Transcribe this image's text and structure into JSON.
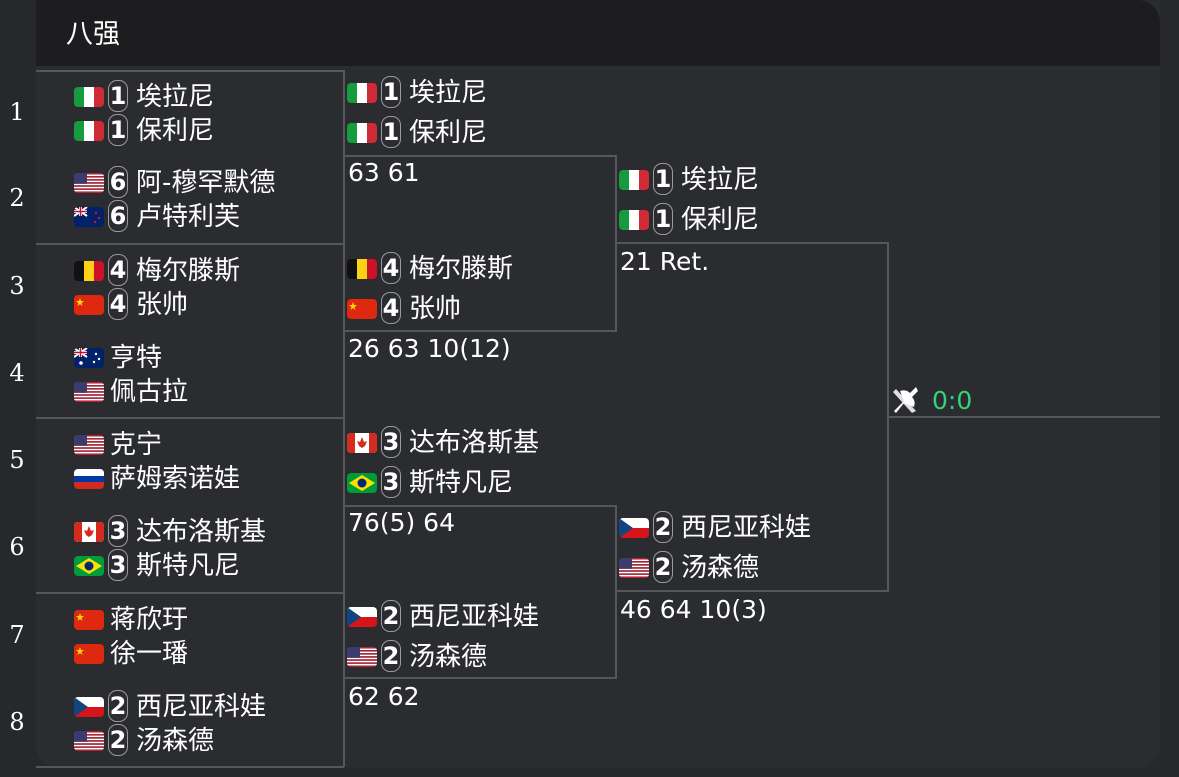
{
  "header": {
    "title": "八强"
  },
  "round1": [
    {
      "seed": "1",
      "players": [
        {
          "flag": "italy",
          "badge": "1",
          "name": "埃拉尼"
        },
        {
          "flag": "italy",
          "badge": "1",
          "name": "保利尼"
        }
      ]
    },
    {
      "seed": "2",
      "players": [
        {
          "flag": "usa",
          "badge": "6",
          "name": "阿-穆罕默德"
        },
        {
          "flag": "new-zealand",
          "badge": "6",
          "name": "卢特利芙"
        }
      ]
    },
    {
      "seed": "3",
      "players": [
        {
          "flag": "belgium",
          "badge": "4",
          "name": "梅尔滕斯"
        },
        {
          "flag": "china",
          "badge": "4",
          "name": "张帅"
        }
      ]
    },
    {
      "seed": "4",
      "players": [
        {
          "flag": "australia",
          "badge": "",
          "name": "亨特"
        },
        {
          "flag": "usa",
          "badge": "",
          "name": "佩古拉"
        }
      ]
    },
    {
      "seed": "5",
      "players": [
        {
          "flag": "usa",
          "badge": "",
          "name": "克宁"
        },
        {
          "flag": "russia",
          "badge": "",
          "name": "萨姆索诺娃"
        }
      ]
    },
    {
      "seed": "6",
      "players": [
        {
          "flag": "canada",
          "badge": "3",
          "name": "达布洛斯基"
        },
        {
          "flag": "brazil",
          "badge": "3",
          "name": "斯特凡尼"
        }
      ]
    },
    {
      "seed": "7",
      "players": [
        {
          "flag": "china",
          "badge": "",
          "name": "蒋欣玗"
        },
        {
          "flag": "china",
          "badge": "",
          "name": "徐一璠"
        }
      ]
    },
    {
      "seed": "8",
      "players": [
        {
          "flag": "czech",
          "badge": "2",
          "name": "西尼亚科娃"
        },
        {
          "flag": "usa",
          "badge": "2",
          "name": "汤森德"
        }
      ]
    }
  ],
  "semis": [
    {
      "players": [
        {
          "flag": "italy",
          "badge": "1",
          "name": "埃拉尼"
        },
        {
          "flag": "italy",
          "badge": "1",
          "name": "保利尼"
        }
      ],
      "score": "63 61"
    },
    {
      "players": [
        {
          "flag": "belgium",
          "badge": "4",
          "name": "梅尔滕斯"
        },
        {
          "flag": "china",
          "badge": "4",
          "name": "张帅"
        }
      ],
      "score": "26 63 10(12)"
    },
    {
      "players": [
        {
          "flag": "canada",
          "badge": "3",
          "name": "达布洛斯基"
        },
        {
          "flag": "brazil",
          "badge": "3",
          "name": "斯特凡尼"
        }
      ],
      "score": "76(5) 64"
    },
    {
      "players": [
        {
          "flag": "czech",
          "badge": "2",
          "name": "西尼亚科娃"
        },
        {
          "flag": "usa",
          "badge": "2",
          "name": "汤森德"
        }
      ],
      "score": "62 62"
    }
  ],
  "finals": [
    {
      "players": [
        {
          "flag": "italy",
          "badge": "1",
          "name": "埃拉尼"
        },
        {
          "flag": "italy",
          "badge": "1",
          "name": "保利尼"
        }
      ],
      "score": "21 Ret."
    },
    {
      "players": [
        {
          "flag": "czech",
          "badge": "2",
          "name": "西尼亚科娃"
        },
        {
          "flag": "usa",
          "badge": "2",
          "name": "汤森德"
        }
      ],
      "score": "46 64 10(3)"
    }
  ],
  "champion": {
    "icon": "crossed-rackets-icon",
    "score": "0:0",
    "score_color": "#33d17a"
  }
}
